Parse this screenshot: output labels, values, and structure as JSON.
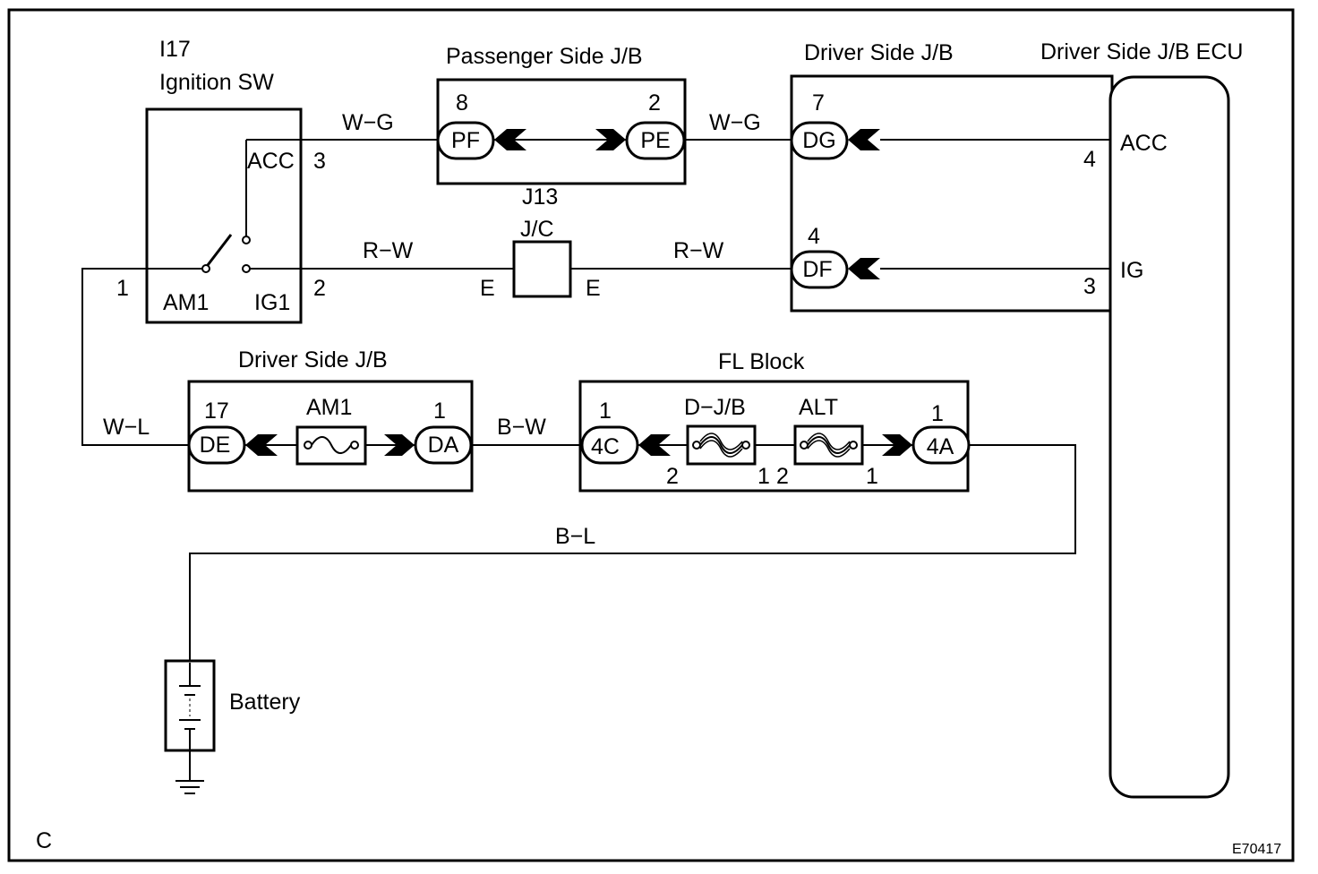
{
  "corner_code": "C",
  "figure_id": "E70417",
  "ignition_switch": {
    "code": "I17",
    "name": "Ignition SW",
    "acc_label": "ACC",
    "acc_pin": "3",
    "am1_label": "AM1",
    "ig1_label": "IG1",
    "am1_pin": "1",
    "ig1_pin": "2"
  },
  "passenger_jb": {
    "title": "Passenger Side J/B",
    "pf": "PF",
    "pf_pin": "8",
    "pe": "PE",
    "pe_pin": "2"
  },
  "driver_jb_upper": {
    "title": "Driver Side J/B",
    "dg": "DG",
    "dg_pin": "7",
    "df": "DF",
    "df_pin": "4"
  },
  "ecu": {
    "title": "Driver Side J/B ECU",
    "acc_label": "ACC",
    "acc_pin": "4",
    "ig_label": "IG",
    "ig_pin": "3"
  },
  "junction": {
    "code": "J13",
    "type": "J/C",
    "pin_left": "E",
    "pin_right": "E"
  },
  "wires": {
    "acc_to_pf": "W−G",
    "pe_to_dg": "W−G",
    "ig1_to_jc": "R−W",
    "jc_to_df": "R−W",
    "am1_to_de": "W−L",
    "da_to_4c": "B−W",
    "fl_to_battery": "B−L"
  },
  "driver_jb_lower": {
    "title": "Driver Side J/B",
    "de": "DE",
    "de_pin": "17",
    "fuse": "AM1",
    "da": "DA",
    "da_pin": "1"
  },
  "fl_block": {
    "title": "FL Block",
    "c4c": "4C",
    "c4c_pin": "1",
    "fuse1": "D−J/B",
    "fuse1_pin_left": "2",
    "fuse1_pin_right": "1",
    "fuse2": "ALT",
    "fuse2_pin_left": "2",
    "fuse2_pin_right": "1",
    "c4a": "4A",
    "c4a_pin": "1"
  },
  "battery": {
    "label": "Battery"
  }
}
